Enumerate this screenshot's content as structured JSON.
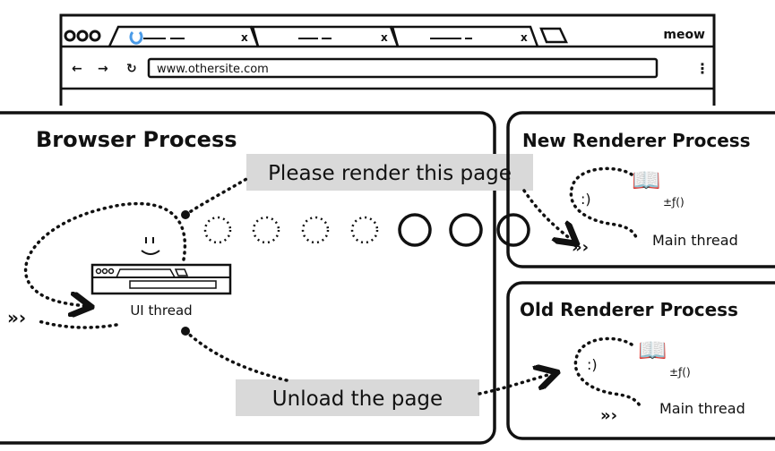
{
  "browser": {
    "title": "meow",
    "url": "www.othersite.com",
    "tabs": [
      {
        "state": "loading"
      },
      {
        "state": "idle"
      },
      {
        "state": "idle"
      }
    ],
    "icons": [
      "back-icon",
      "forward-icon",
      "reload-icon",
      "menu-icon",
      "new-tab-icon",
      "close-icon"
    ]
  },
  "browser_process": {
    "title": "Browser Process",
    "ui_thread_label": "UI thread",
    "message_render": "Please render this page",
    "message_unload": "Unload the page"
  },
  "new_renderer": {
    "title": "New Renderer Process",
    "thread_label": "Main thread"
  },
  "old_renderer": {
    "title": "Old Renderer Process",
    "thread_label": "Main thread"
  },
  "colors": {
    "ink": "#111111",
    "label_bg": "#d9d9d9",
    "spinner": "#4a9be8"
  }
}
